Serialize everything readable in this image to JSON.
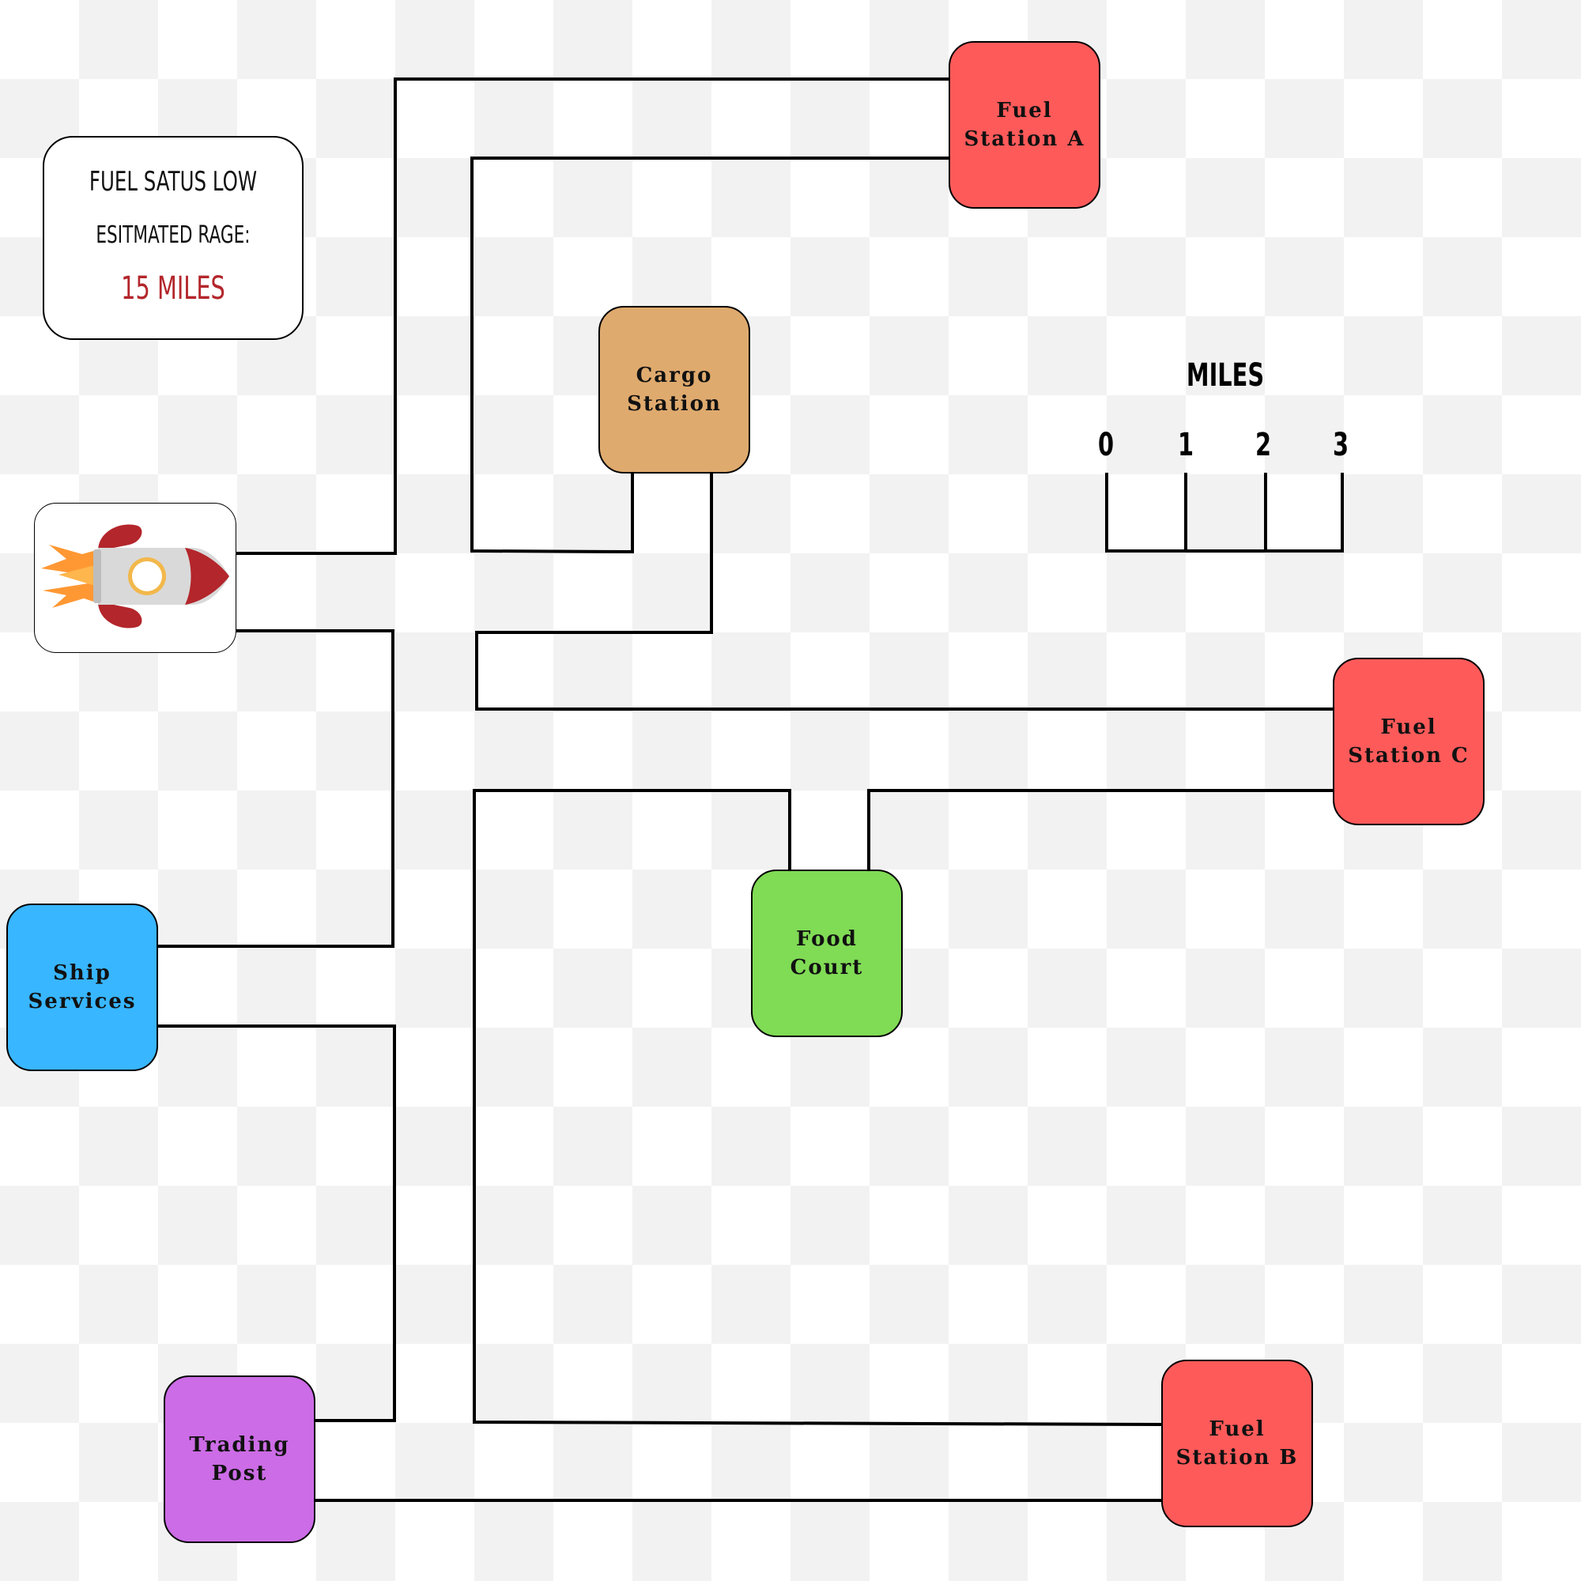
{
  "status": {
    "line1": "FUEL SATUS LOW",
    "line2": "ESITMATED RAGE:",
    "range": "15 MILES",
    "range_color": "#b3262b"
  },
  "ship": {
    "icon": "rocket-icon"
  },
  "locations": [
    {
      "id": "fuel-station-a",
      "label_line1": "Fuel",
      "label_line2": "Station A",
      "color": "#ff5a5a"
    },
    {
      "id": "cargo-station",
      "label_line1": "Cargo",
      "label_line2": "Station",
      "color": "#dfaa6e"
    },
    {
      "id": "fuel-station-c",
      "label_line1": "Fuel",
      "label_line2": "Station C",
      "color": "#ff5a5a"
    },
    {
      "id": "food-court",
      "label_line1": "Food",
      "label_line2": "Court",
      "color": "#80db55"
    },
    {
      "id": "ship-services",
      "label_line1": "Ship",
      "label_line2": "Services",
      "color": "#38b6ff"
    },
    {
      "id": "trading-post",
      "label_line1": "Trading",
      "label_line2": "Post",
      "color": "#cc6ce6"
    },
    {
      "id": "fuel-station-b",
      "label_line1": "Fuel",
      "label_line2": "Station B",
      "color": "#ff5a5a"
    }
  ],
  "scale": {
    "title": "MILES",
    "ticks": [
      "0",
      "1",
      "2",
      "3"
    ]
  }
}
